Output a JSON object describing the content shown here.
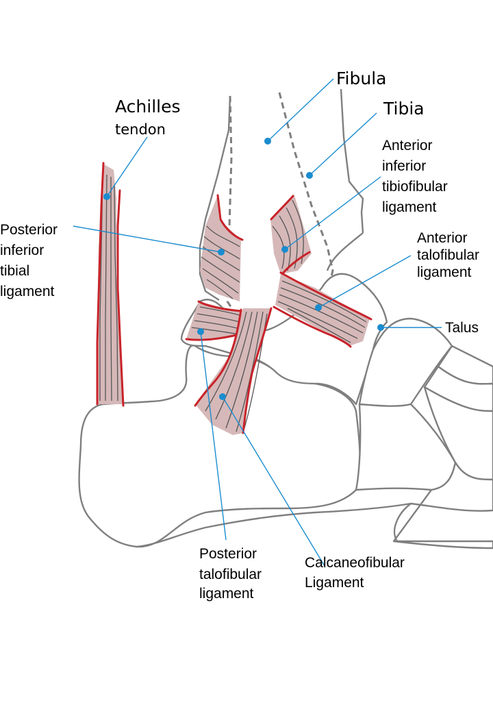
{
  "labels": {
    "achilles_line1": "Achilles",
    "achilles_line2": "tendon",
    "fibula": "Fibula",
    "tibia": "Tibia",
    "aitf_line1": "Anterior",
    "aitf_line2": "inferior",
    "aitf_line3": "tibiofibular",
    "aitf_line4": "ligament",
    "pitl_line1": "Posterior",
    "pitl_line2": "inferior",
    "pitl_line3": "tibial",
    "pitl_line4": "ligament",
    "atfl_line1": "Anterior",
    "atfl_line2": "talofibular",
    "atfl_line3": "ligament",
    "talus": "Talus",
    "ptfl_line1": "Posterior",
    "ptfl_line2": "talofibular",
    "ptfl_line3": "ligament",
    "cfl_line1": "Calcaneofibular",
    "cfl_line2": "Ligament"
  },
  "colors": {
    "ligament_fill": "#d6b8b8",
    "ligament_edge": "#c8232a",
    "bone_outline": "#7f7f7f",
    "leader_line": "#1a8ccf"
  }
}
